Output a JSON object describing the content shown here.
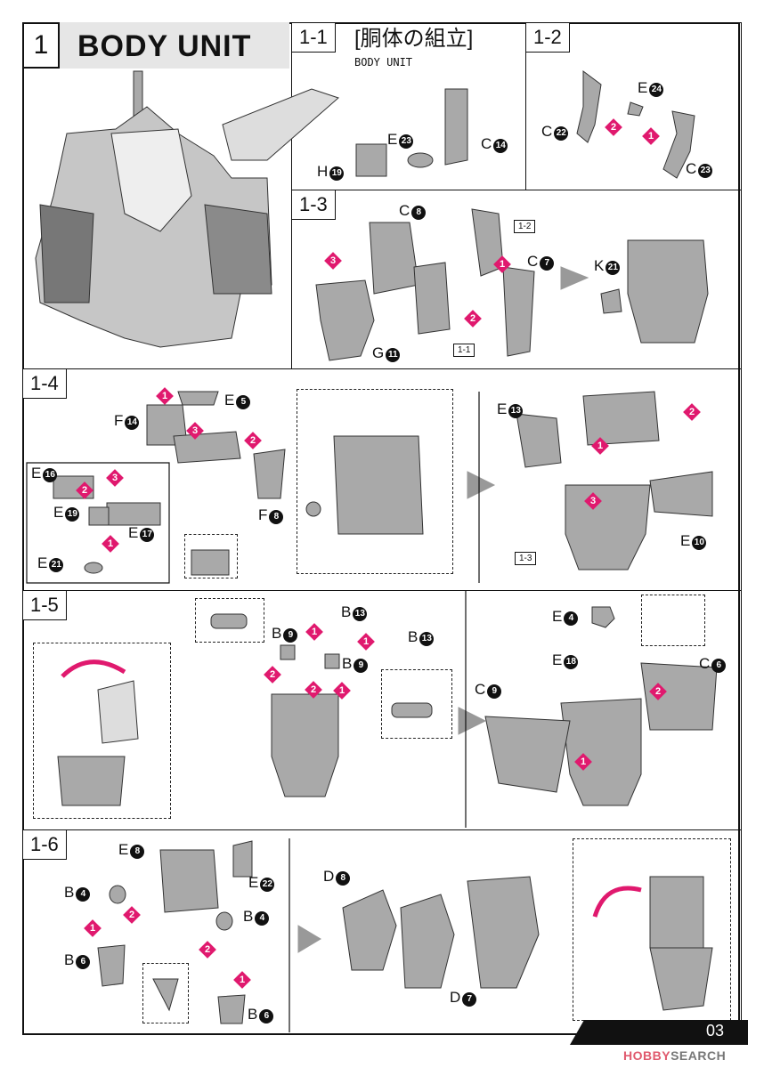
{
  "section": {
    "number": "1",
    "title": "BODY UNIT"
  },
  "steps": {
    "s11": {
      "label": "1-1",
      "title_jp": "[胴体の組立]",
      "title_en": "BODY UNIT"
    },
    "s12": {
      "label": "1-2"
    },
    "s13": {
      "label": "1-3"
    },
    "s14": {
      "label": "1-4"
    },
    "s15": {
      "label": "1-5"
    },
    "s16": {
      "label": "1-6"
    }
  },
  "parts": {
    "s11": [
      {
        "l": "H",
        "n": "19"
      },
      {
        "l": "E",
        "n": "23"
      },
      {
        "l": "C",
        "n": "14"
      }
    ],
    "s12": [
      {
        "l": "E",
        "n": "24"
      },
      {
        "l": "C",
        "n": "22"
      },
      {
        "l": "C",
        "n": "23"
      }
    ],
    "s13": [
      {
        "l": "C",
        "n": "8"
      },
      {
        "l": "C",
        "n": "7"
      },
      {
        "l": "K",
        "n": "21"
      },
      {
        "l": "G",
        "n": "11"
      }
    ],
    "s14": [
      {
        "l": "E",
        "n": "5"
      },
      {
        "l": "F",
        "n": "14"
      },
      {
        "l": "F",
        "n": "8"
      },
      {
        "l": "E",
        "n": "16"
      },
      {
        "l": "E",
        "n": "19"
      },
      {
        "l": "E",
        "n": "17"
      },
      {
        "l": "E",
        "n": "21"
      },
      {
        "l": "E",
        "n": "13"
      },
      {
        "l": "E",
        "n": "10"
      }
    ],
    "s15": [
      {
        "l": "B",
        "n": "9"
      },
      {
        "l": "B",
        "n": "13"
      },
      {
        "l": "B",
        "n": "13"
      },
      {
        "l": "B",
        "n": "9"
      },
      {
        "l": "E",
        "n": "4"
      },
      {
        "l": "E",
        "n": "18"
      },
      {
        "l": "C",
        "n": "6"
      },
      {
        "l": "C",
        "n": "9"
      }
    ],
    "s16": [
      {
        "l": "E",
        "n": "8"
      },
      {
        "l": "B",
        "n": "4"
      },
      {
        "l": "E",
        "n": "22"
      },
      {
        "l": "B",
        "n": "4"
      },
      {
        "l": "B",
        "n": "6"
      },
      {
        "l": "B",
        "n": "6"
      },
      {
        "l": "D",
        "n": "8"
      },
      {
        "l": "D",
        "n": "7"
      }
    ]
  },
  "order": {
    "s12": [
      "2",
      "1"
    ],
    "s13": [
      "3",
      "1",
      "2"
    ],
    "s14": [
      "1",
      "2",
      "3",
      "3",
      "2",
      "1",
      "2",
      "1",
      "3"
    ],
    "s15": [
      "1",
      "1",
      "2",
      "2",
      "1",
      "2",
      "1"
    ],
    "s16": [
      "2",
      "1",
      "2",
      "1"
    ]
  },
  "refs": {
    "r12": "1-2",
    "r11": "1-1",
    "r13": "1-3"
  },
  "footer": {
    "page": "03",
    "wm_a": "HOBBY",
    "wm_b": "SEARCH"
  },
  "colors": {
    "accent": "#e0196e",
    "part": "#a9a9a9"
  }
}
